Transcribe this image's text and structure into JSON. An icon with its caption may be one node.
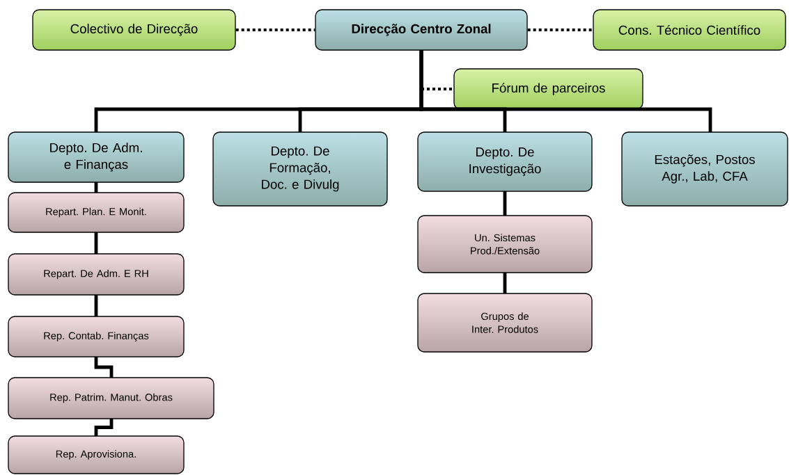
{
  "diagram": {
    "nodes": [
      {
        "text": [
          "Colectivo de Direcção"
        ]
      },
      {
        "text": [
          "Direcção Centro Zonal"
        ]
      },
      {
        "text": [
          "Cons. Técnico Científico"
        ]
      },
      {
        "text": [
          "Fórum de parceiros"
        ]
      },
      {
        "text": [
          "Depto. De Adm. e Finanças"
        ]
      },
      {
        "text": [
          "Depto. De Formação, Doc. e Divulg"
        ]
      },
      {
        "text": [
          "Depto. De Investigação"
        ]
      },
      {
        "text": [
          "Estações, Postos Agr., Lab, CFA"
        ]
      },
      {
        "text": [
          "Repart. Plan. E Monit."
        ]
      },
      {
        "text": [
          "Repart. De Adm. E RH"
        ]
      },
      {
        "text": [
          "Rep. Contab. Finanças"
        ]
      },
      {
        "text": [
          "Rep. Patrim. Manut. Obras"
        ]
      },
      {
        "text": [
          "Rep. Aprovisiona."
        ]
      },
      {
        "text": [
          "Un. Sistemas Prod./Extensão"
        ]
      },
      {
        "text": [
          "Grupos de Inter. Produtos"
        ]
      }
    ],
    "edges": [
      {
        "from": 0,
        "to": 1,
        "arrow": "none",
        "style": "dashed"
      },
      {
        "from": 1,
        "to": 2,
        "arrow": "none",
        "style": "dashed"
      },
      {
        "from": 1,
        "to": 3,
        "arrow": "none",
        "style": "dashed"
      },
      {
        "from": 1,
        "to": 4,
        "arrow": "none"
      },
      {
        "from": 1,
        "to": 5,
        "arrow": "none"
      },
      {
        "from": 1,
        "to": 6,
        "arrow": "none"
      },
      {
        "from": 1,
        "to": 7,
        "arrow": "none"
      },
      {
        "from": 4,
        "to": 8,
        "arrow": "none"
      },
      {
        "from": 8,
        "to": 9,
        "arrow": "none"
      },
      {
        "from": 9,
        "to": 10,
        "arrow": "none"
      },
      {
        "from": 10,
        "to": 11,
        "arrow": "none"
      },
      {
        "from": 11,
        "to": 12,
        "arrow": "none"
      },
      {
        "from": 6,
        "to": 13,
        "arrow": "none"
      },
      {
        "from": 13,
        "to": 14,
        "arrow": "none"
      }
    ]
  }
}
